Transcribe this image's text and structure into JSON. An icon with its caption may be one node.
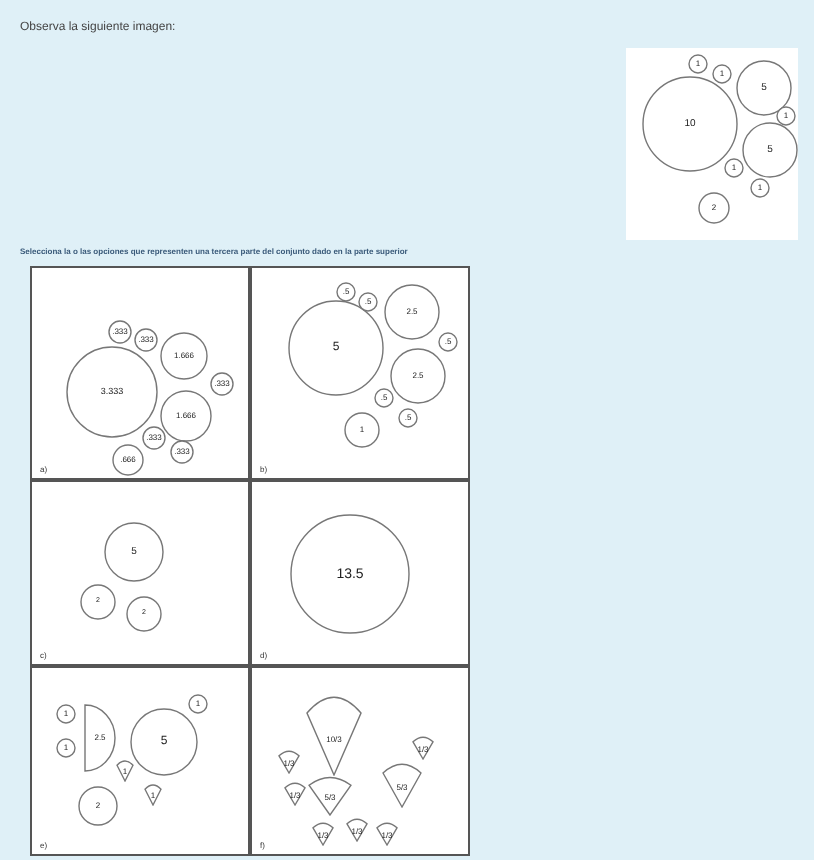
{
  "diagram": {
    "nodes": [
      {
        "text": [],
        "shape": "box"
      },
      {
        "text": [
          "10"
        ],
        "in": 0
      },
      {
        "text": [
          "5"
        ],
        "in": 0
      },
      {
        "text": [
          "5"
        ],
        "in": 0
      },
      {
        "text": [
          "1"
        ],
        "in": 0
      },
      {
        "text": [
          "1"
        ],
        "in": 0
      },
      {
        "text": [
          "1"
        ],
        "in": 0
      },
      {
        "text": [
          "1"
        ],
        "in": 0
      },
      {
        "text": [
          "1"
        ],
        "in": 0
      },
      {
        "text": [
          "2"
        ],
        "in": 0
      },
      {
        "text": [
          "a)"
        ]
      },
      {
        "text": [
          "3.333"
        ],
        "in": 10
      },
      {
        "text": [
          "1.666"
        ],
        "in": 10
      },
      {
        "text": [
          "1.666"
        ],
        "in": 10
      },
      {
        "text": [
          ".333"
        ],
        "in": 10
      },
      {
        "text": [
          ".333"
        ],
        "in": 10
      },
      {
        "text": [
          ".333"
        ],
        "in": 10
      },
      {
        "text": [
          ".333"
        ],
        "in": 10
      },
      {
        "text": [
          ".333"
        ],
        "in": 10
      },
      {
        "text": [
          ".666"
        ],
        "in": 10
      },
      {
        "text": [
          "b)"
        ]
      },
      {
        "text": [
          "5"
        ],
        "in": 20
      },
      {
        "text": [
          "2.5"
        ],
        "in": 20
      },
      {
        "text": [
          "2.5"
        ],
        "in": 20
      },
      {
        "text": [
          ".5"
        ],
        "in": 20
      },
      {
        "text": [
          ".5"
        ],
        "in": 20
      },
      {
        "text": [
          ".5"
        ],
        "in": 20
      },
      {
        "text": [
          ".5"
        ],
        "in": 20
      },
      {
        "text": [
          ".5"
        ],
        "in": 20
      },
      {
        "text": [
          "1"
        ],
        "in": 20
      },
      {
        "text": [
          "c)"
        ]
      },
      {
        "text": [
          "5"
        ],
        "in": 30
      },
      {
        "text": [
          "2"
        ],
        "in": 30
      },
      {
        "text": [
          "2"
        ],
        "in": 30
      },
      {
        "text": [
          "d)"
        ]
      },
      {
        "text": [
          "13.5"
        ],
        "in": 34
      },
      {
        "text": [
          "e)"
        ]
      },
      {
        "text": [
          "1"
        ],
        "in": 36
      },
      {
        "text": [
          "1"
        ],
        "in": 36
      },
      {
        "text": [
          "2.5"
        ],
        "in": 36
      },
      {
        "text": [
          "5"
        ],
        "in": 36
      },
      {
        "text": [
          "1"
        ],
        "in": 36
      },
      {
        "text": [
          "1"
        ],
        "in": 36
      },
      {
        "text": [
          "1"
        ],
        "in": 36
      },
      {
        "text": [
          "2"
        ],
        "in": 36
      },
      {
        "text": [
          "f)"
        ]
      },
      {
        "text": [
          "10/3"
        ],
        "in": 45
      },
      {
        "text": [
          "5/3"
        ],
        "in": 45
      },
      {
        "text": [
          "5/3"
        ],
        "in": 45
      },
      {
        "text": [
          "1/3"
        ],
        "in": 45
      },
      {
        "text": [
          "1/3"
        ],
        "in": 45
      },
      {
        "text": [
          "1/3"
        ],
        "in": 45
      },
      {
        "text": [
          "1/3"
        ],
        "in": 45
      },
      {
        "text": [
          "1/3"
        ],
        "in": 45
      },
      {
        "text": [
          "1/3"
        ],
        "in": 45
      }
    ],
    "labels": [
      "Observa la siguiente imagen:",
      "Selecciona la o las opciones que representen una tercera parte del conjunto dado en la parte superior"
    ]
  }
}
